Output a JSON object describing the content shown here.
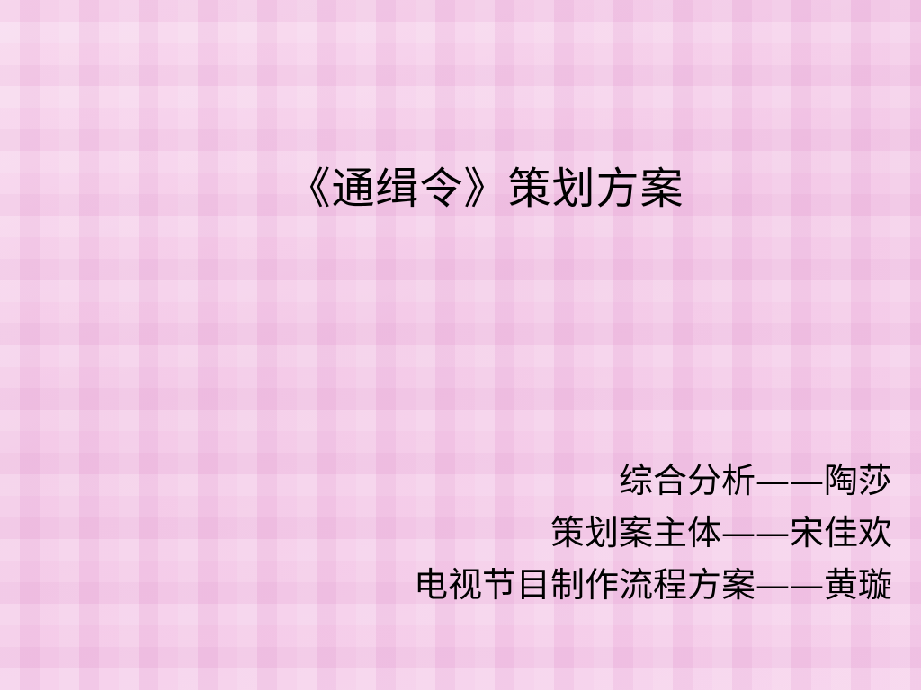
{
  "slide": {
    "title": "《通缉令》策划方案",
    "credits": [
      "综合分析——陶莎",
      "策划案主体——宋佳欢",
      "电视节目制作流程方案——黄璇"
    ]
  },
  "colors": {
    "background": "#f3c6e6",
    "text": "#000000"
  }
}
